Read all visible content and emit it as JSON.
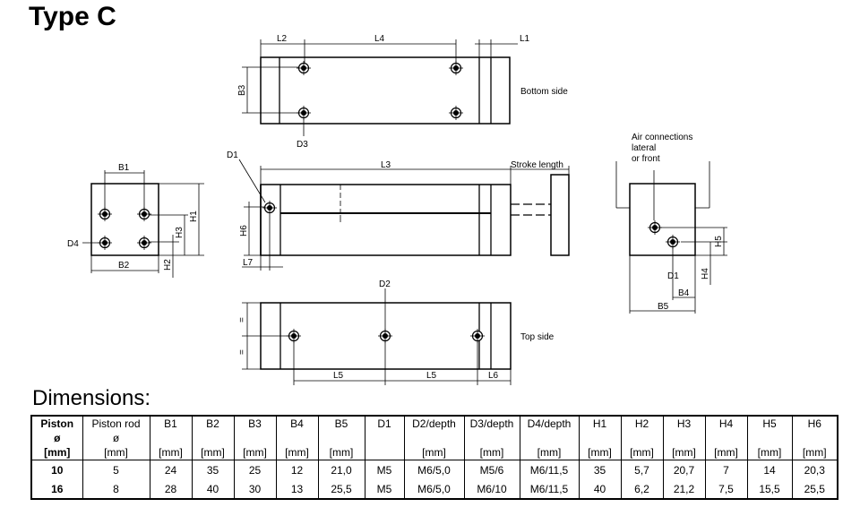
{
  "title": "Type C",
  "labels": {
    "L1": "L1",
    "L2": "L2",
    "L3": "L3",
    "L4": "L4",
    "L5a": "L5",
    "L5b": "L5",
    "L6": "L6",
    "L7": "L7",
    "B1": "B1",
    "B2": "B2",
    "B3": "B3",
    "B4": "B4",
    "B5": "B5",
    "D1": "D1",
    "D1b": "D1",
    "D2": "D2",
    "D3": "D3",
    "D4": "D4",
    "H1": "H1",
    "H2": "H2",
    "H3": "H3",
    "H4": "H4",
    "H5": "H5",
    "H6": "H6",
    "eq1": "=",
    "eq2": "=",
    "bottom_side": "Bottom side",
    "top_side": "Top side",
    "stroke_length": "Stroke length",
    "air_line1": "Air connections",
    "air_line2": "lateral",
    "air_line3": "or front"
  },
  "dimensions": {
    "heading": "Dimensions:",
    "header_top": [
      "Piston",
      "Piston rod",
      "B1",
      "B2",
      "B3",
      "B4",
      "B5",
      "D1",
      "D2/depth",
      "D3/depth",
      "D4/depth",
      "H1",
      "H2",
      "H3",
      "H4",
      "H5",
      "H6"
    ],
    "header_mid": [
      "ø",
      "ø",
      "",
      "",
      "",
      "",
      "",
      "",
      "",
      "",
      "",
      "",
      "",
      "",
      "",
      "",
      ""
    ],
    "header_unit": [
      "[mm]",
      "[mm]",
      "[mm]",
      "[mm]",
      "[mm]",
      "[mm]",
      "[mm]",
      "",
      "[mm]",
      "[mm]",
      "[mm]",
      "[mm]",
      "[mm]",
      "[mm]",
      "[mm]",
      "[mm]",
      "[mm]"
    ],
    "rows": [
      [
        "10",
        "5",
        "24",
        "35",
        "25",
        "12",
        "21,0",
        "M5",
        "M6/5,0",
        "M5/6",
        "M6/11,5",
        "35",
        "5,7",
        "20,7",
        "7",
        "14",
        "20,3"
      ],
      [
        "16",
        "8",
        "28",
        "40",
        "30",
        "13",
        "25,5",
        "M5",
        "M6/5,0",
        "M6/10",
        "M6/11,5",
        "40",
        "6,2",
        "21,2",
        "7,5",
        "15,5",
        "25,5"
      ]
    ]
  }
}
